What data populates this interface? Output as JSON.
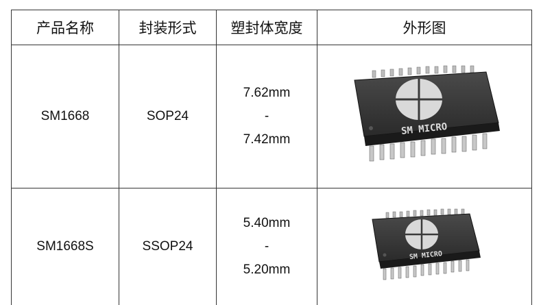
{
  "table": {
    "headers": [
      "产品名称",
      "封装形式",
      "塑封体宽度",
      "外形图"
    ],
    "rows": [
      {
        "name": "SM1668",
        "package": "SOP24",
        "width_max": "7.62mm",
        "dash": "-",
        "width_min": "7.42mm",
        "chip_label": "SM MICRO"
      },
      {
        "name": "SM1668S",
        "package": "SSOP24",
        "width_max": "5.40mm",
        "dash": "-",
        "width_min": "5.20mm",
        "chip_label": "SM MICRO"
      }
    ]
  }
}
